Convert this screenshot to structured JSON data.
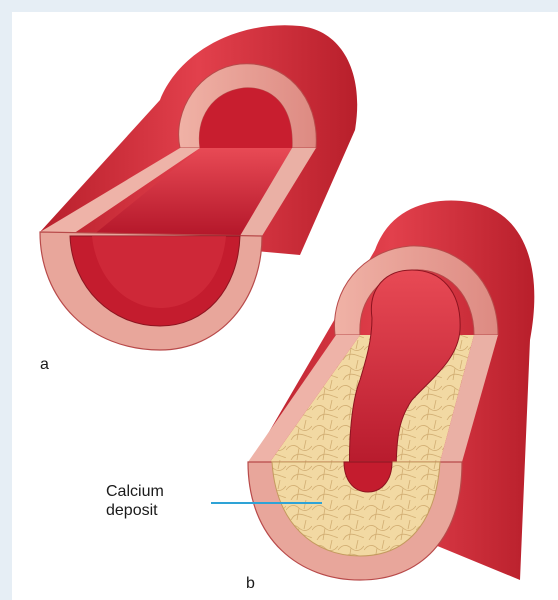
{
  "figure": {
    "label_a": "a",
    "label_b": "b",
    "callout": {
      "line1": "Calcium",
      "line2": "deposit"
    }
  },
  "colors": {
    "background": "#e6eef5",
    "vessel_outer": "#d4303d",
    "vessel_wall": "#e9a59c",
    "lumen": "#c21f2f",
    "plaque": "#f3dca1",
    "callout_line": "#2ea3d6"
  }
}
